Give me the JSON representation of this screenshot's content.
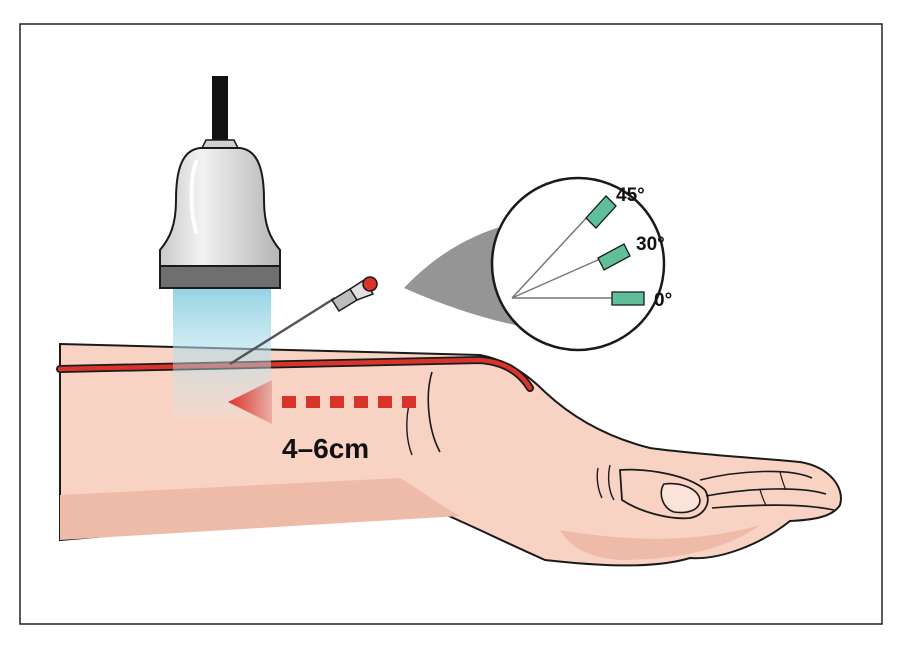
{
  "labels": {
    "distance": "4–6cm",
    "angle_45": "45°",
    "angle_30": "30°",
    "angle_0": "0°"
  },
  "colors": {
    "skin": "#f8d3c4",
    "skin_shadow": "#efbba9",
    "outline": "#1a1a1a",
    "artery": "#d9342b",
    "needle_hub": "#5fbf98",
    "beam": "#9fd6e3",
    "arrow": "#d9342b"
  }
}
